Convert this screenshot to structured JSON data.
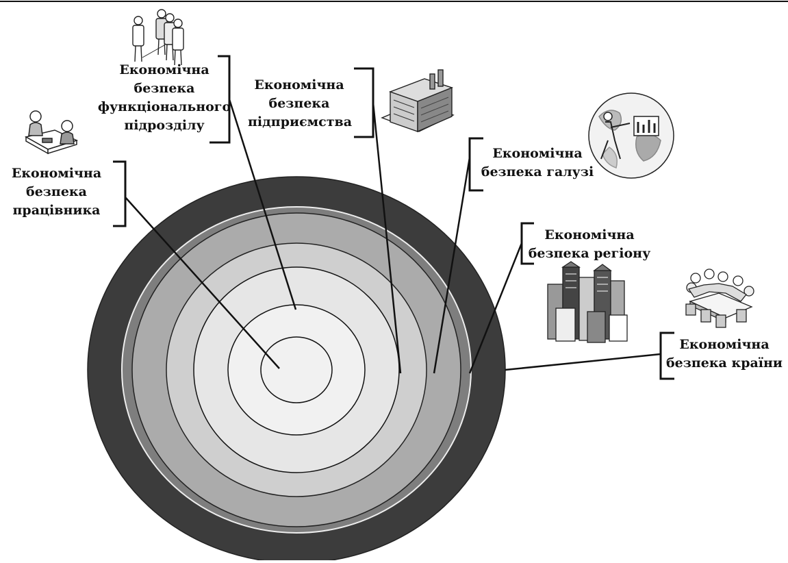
{
  "diagram": {
    "levels": [
      {
        "id": "worker",
        "lines": [
          "Економічна",
          "безпека",
          "працівника"
        ],
        "icon": "people-at-desk-icon"
      },
      {
        "id": "unit",
        "lines": [
          "Економічна",
          "безпека",
          "функціонального",
          "підрозділу"
        ],
        "icon": "group-of-people-icon"
      },
      {
        "id": "enterprise",
        "lines": [
          "Економічна",
          "безпека",
          "підприємства"
        ],
        "icon": "factory-icon"
      },
      {
        "id": "industry",
        "lines": [
          "Економічна",
          "безпека галузі"
        ],
        "icon": "globe-with-chart-icon"
      },
      {
        "id": "region",
        "lines": [
          "Економічна",
          "безпека регіону"
        ],
        "icon": "city-buildings-icon"
      },
      {
        "id": "country",
        "lines": [
          "Економічна",
          "безпека країни"
        ],
        "icon": "conference-table-icon"
      }
    ],
    "ring_colors": [
      "#3c3c3c",
      "#7e7e7e",
      "#ababab",
      "#cfcfcf",
      "#e6e6e6",
      "#f1f1f1"
    ]
  }
}
